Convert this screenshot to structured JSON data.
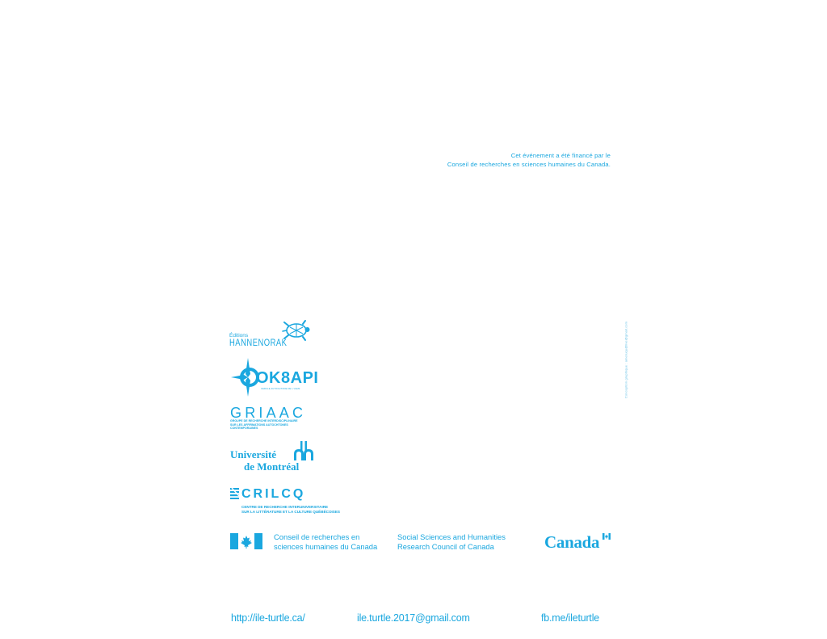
{
  "colors": {
    "brand": "#1aa7df",
    "background": "#ffffff"
  },
  "funding": {
    "line1": "Cet événement a été financé par le",
    "line2": "Conseil de recherches en sciences humaines du Canada."
  },
  "credit": {
    "text": "Conception graphique : ameruqu@live@gmail.com"
  },
  "logos": {
    "hannenorak": {
      "editions": "Éditions",
      "name": "HANNENORAK",
      "icon": "turtle-icon"
    },
    "ok8api": {
      "name": "OK8API",
      "subtitle": "CERCLE AUTOCHTONE DE L'UdeM",
      "icon": "compass-star-icon"
    },
    "griaac": {
      "name": "GRIAAC",
      "sub1": "GROUPE DE RECHERCHE INTERDISCIPLINAIRE",
      "sub2": "SUR LES AFFIRMATIONS AUTOCHTONES",
      "sub3": "CONTEMPORAINES"
    },
    "udem": {
      "line1": "Université",
      "line2": "de Montréal",
      "icon": "udem-pillars-icon"
    },
    "crilcq": {
      "name": "CRILCQ",
      "sub1": "CENTRE DE RECHERCHE INTERUNIVERSITAIRE",
      "sub2": "SUR LA LITTÉRATURE ET LA CULTURE QUÉBÉCOISES",
      "icon": "crilcq-mark-icon"
    },
    "sshrc": {
      "fr_line1": "Conseil de recherches en",
      "fr_line2": "sciences humaines du Canada",
      "en_line1": "Social Sciences and Humanities",
      "en_line2": "Research Council of Canada",
      "icon": "canada-flag-icon"
    },
    "canada": {
      "word": "Canada",
      "icon": "canada-wordmark-flag-icon"
    }
  },
  "footer": {
    "website": "http://ile-turtle.ca/",
    "email": "ile.turtle.2017@gmail.com",
    "facebook": "fb.me/ileturtle"
  }
}
